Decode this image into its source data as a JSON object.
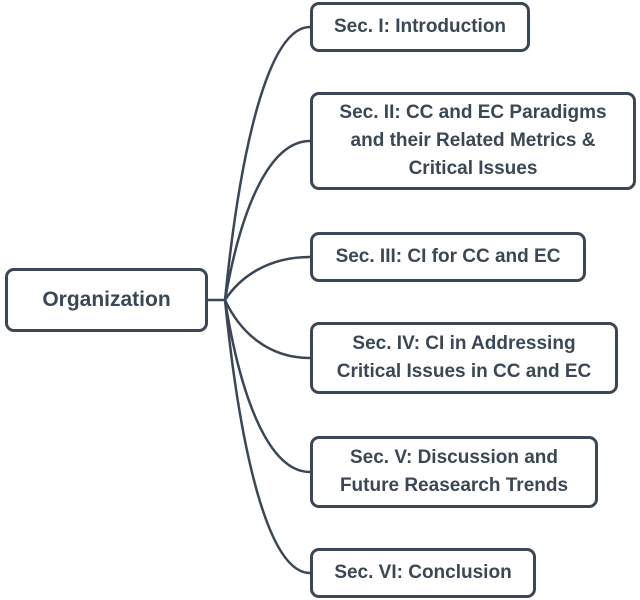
{
  "diagram": {
    "type": "mindmap",
    "root": {
      "label": "Organization"
    },
    "sections": [
      {
        "label": "Sec. I: Introduction"
      },
      {
        "label": "Sec. II: CC and EC Paradigms and their Related Metrics & Critical Issues"
      },
      {
        "label": "Sec. III: CI for CC and EC"
      },
      {
        "label": "Sec. IV: CI in Addressing Critical Issues in CC and EC"
      },
      {
        "label": "Sec. V: Discussion and Future Reasearch Trends"
      },
      {
        "label": "Sec. VI: Conclusion"
      }
    ],
    "colors": {
      "stroke": "#3b4754",
      "background": "#ffffff"
    }
  }
}
